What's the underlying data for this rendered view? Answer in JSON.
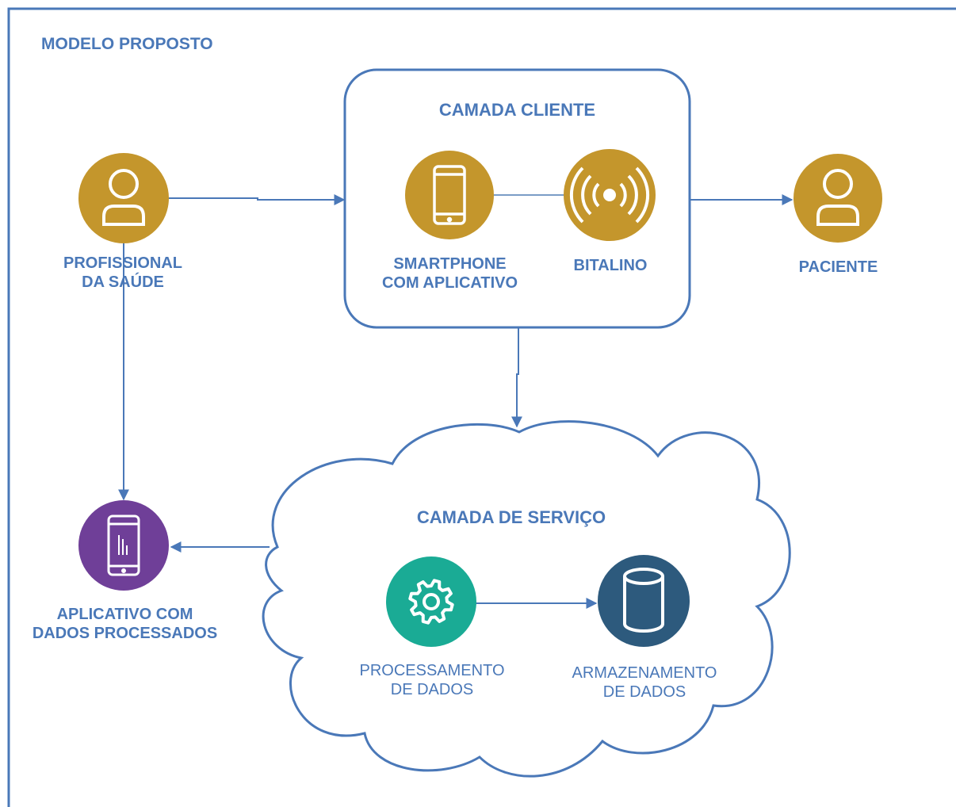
{
  "title": "MODELO PROPOSTO",
  "colors": {
    "border": "#4a78b8",
    "text": "#4a78b8",
    "actor": "#c4962c",
    "app": "#6f3f98",
    "gear": "#1aab95",
    "database": "#2d5a7d"
  },
  "client_layer": {
    "title": "CAMADA CLIENTE"
  },
  "service_layer": {
    "title": "CAMADA DE SERVIÇO"
  },
  "nodes": {
    "health_professional": {
      "line1": "PROFISSIONAL",
      "line2": "DA SAÚDE",
      "icon": "user-icon"
    },
    "smartphone": {
      "line1": "SMARTPHONE",
      "line2": "COM APLICATIVO",
      "icon": "smartphone-icon"
    },
    "bitalino": {
      "line1": "BITALINO",
      "icon": "wireless-sensor-icon"
    },
    "patient": {
      "line1": "PACIENTE",
      "icon": "user-icon"
    },
    "processed_app": {
      "line1": "APLICATIVO COM",
      "line2": "DADOS PROCESSADOS",
      "icon": "mobile-chart-icon"
    },
    "processing": {
      "line1": "PROCESSAMENTO",
      "line2": "DE DADOS",
      "icon": "gear-icon"
    },
    "storage": {
      "line1": "ARMAZENAMENTO",
      "line2": "DE DADOS",
      "icon": "database-icon"
    }
  }
}
